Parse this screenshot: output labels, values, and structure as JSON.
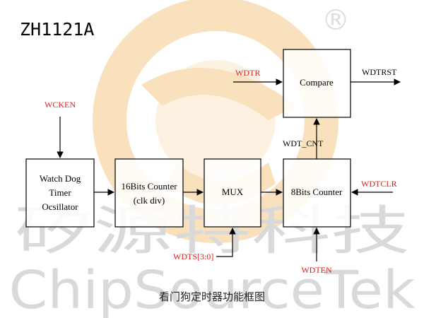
{
  "chip_name": "ZH1121A",
  "watermark": {
    "chinese": "矽源特科技",
    "english": "ChipSourceTek",
    "registered": "®"
  },
  "blocks": {
    "oscillator": [
      "Watch Dog",
      "Timer",
      "Ocsillator"
    ],
    "counter16": [
      "16Bits Counter",
      "(clk div)"
    ],
    "mux": "MUX",
    "counter8": "8Bits Counter",
    "compare": "Compare"
  },
  "signals": {
    "wcken": "WCKEN",
    "wdtr": "WDTR",
    "wdtrst": "WDTRST",
    "wdt_cnt": "WDT_CNT",
    "wdtclr": "WDTCLR",
    "wdts": "WDTS[3:0]",
    "wdten": "WDTEN"
  },
  "caption": "看门狗定时器功能框图",
  "colors": {
    "signal_red": "#e0201c",
    "logo_orange": "#f6c98a",
    "watermark_gray": "#d9d9d9"
  }
}
